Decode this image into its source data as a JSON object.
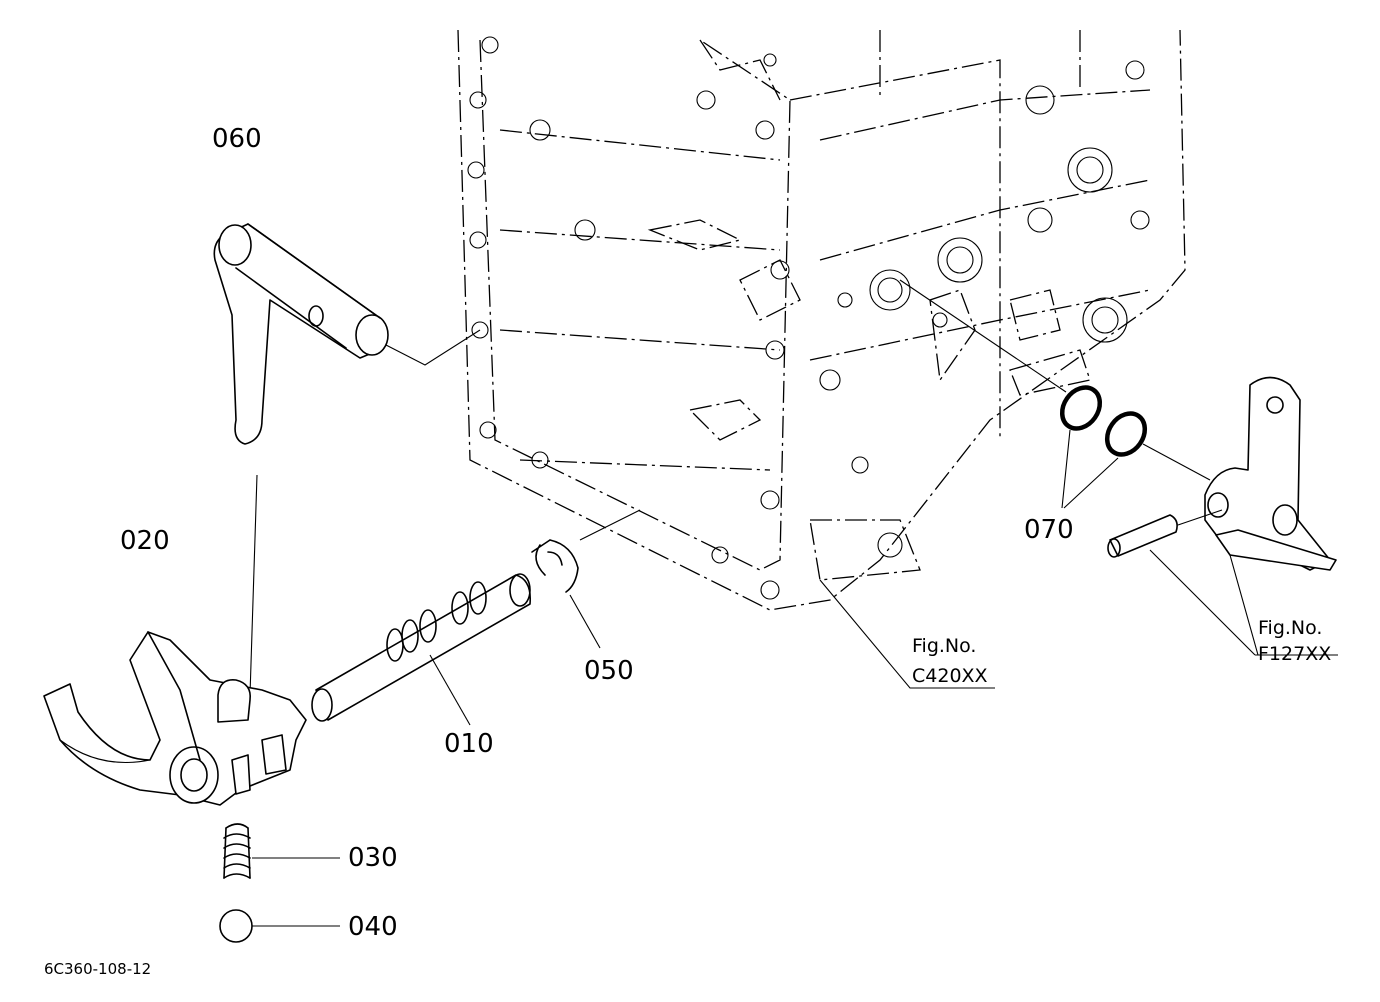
{
  "parts": {
    "p010": "010",
    "p020": "020",
    "p030": "030",
    "p040": "040",
    "p050": "050",
    "p060": "060",
    "p070": "070"
  },
  "refs": {
    "ref1_line1": "Fig.No.",
    "ref1_line2": "C420XX",
    "ref2_line1": "Fig.No.",
    "ref2_line2": "F127XX"
  },
  "diagram_code": "6C360-108-12"
}
